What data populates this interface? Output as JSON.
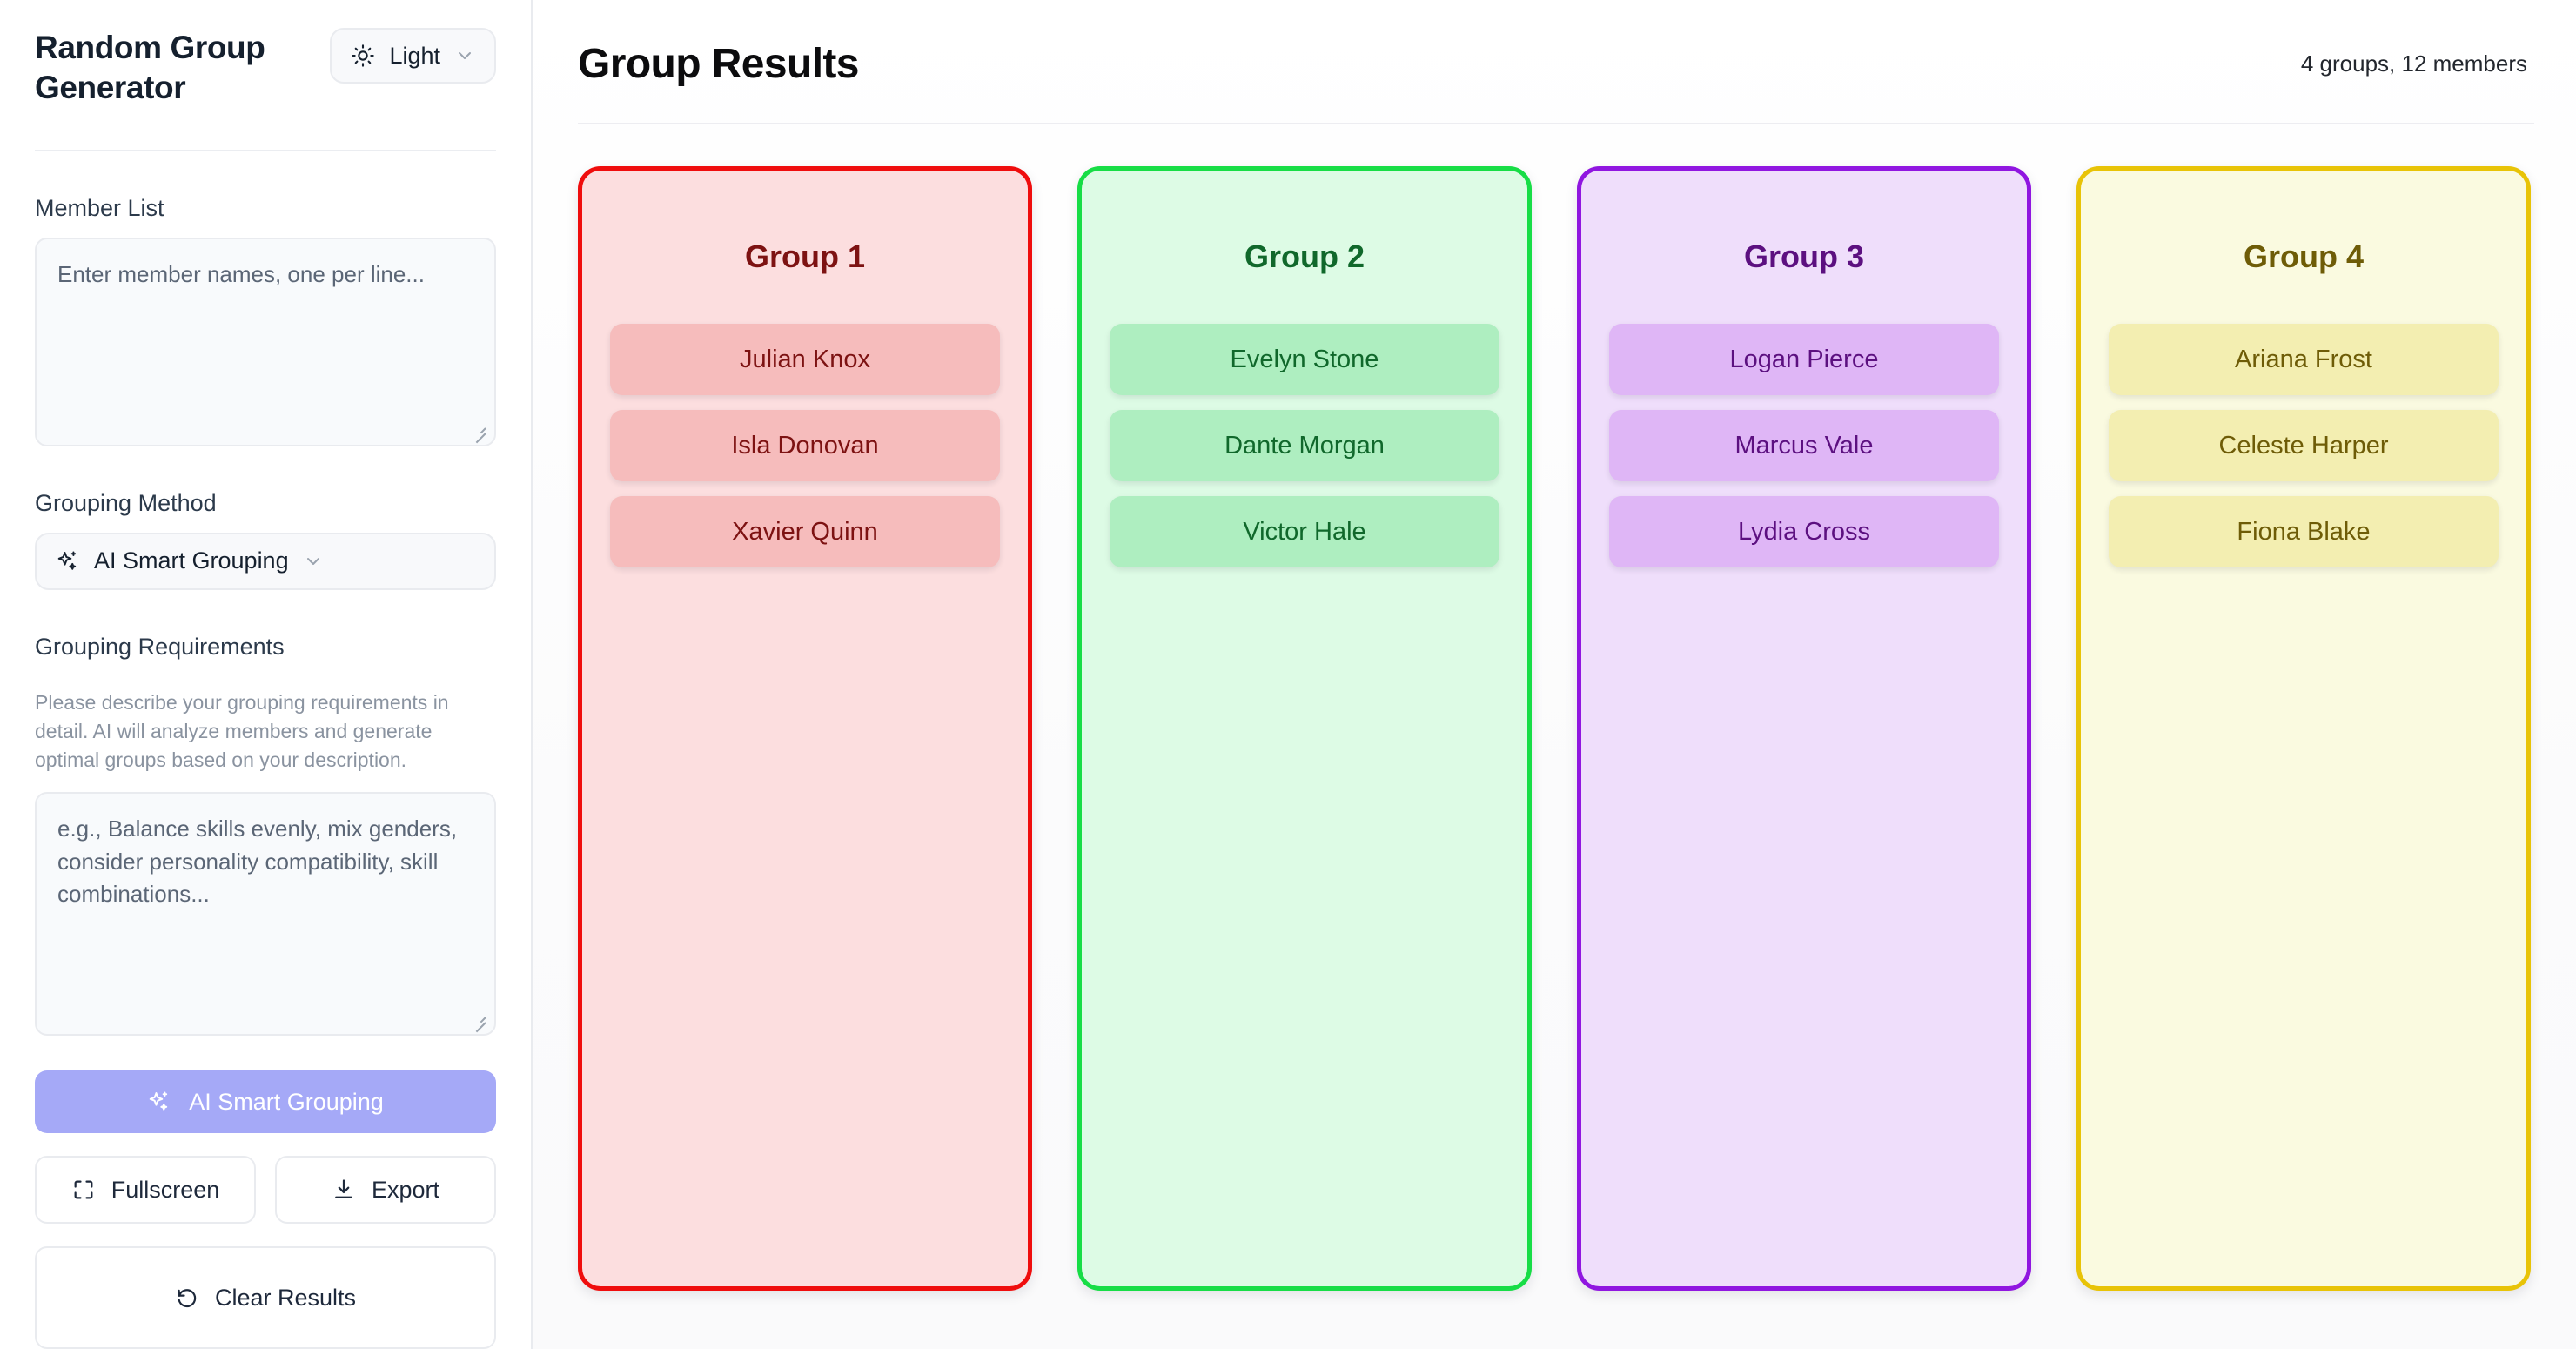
{
  "sidebar": {
    "brand_title": "Random Group Generator",
    "theme_toggle": {
      "label": "Light",
      "icon": "sun-icon",
      "chevron": "chevron-down-icon"
    },
    "member_list": {
      "label": "Member List",
      "placeholder": "Enter member names, one per line...",
      "value": ""
    },
    "grouping_method": {
      "label": "Grouping Method",
      "selected": "AI Smart Grouping",
      "icon": "sparkles-icon",
      "chevron": "chevron-down-icon"
    },
    "grouping_requirements": {
      "label": "Grouping Requirements",
      "help": "Please describe your grouping requirements in detail. AI will analyze members and generate optimal groups based on your description.",
      "placeholder": "e.g., Balance skills evenly, mix genders, consider personality compatibility, skill combinations...",
      "value": ""
    },
    "actions": {
      "primary": {
        "label": "AI Smart Grouping",
        "icon": "sparkles-icon",
        "color": "#a5a9f7"
      },
      "fullscreen": {
        "label": "Fullscreen",
        "icon": "fullscreen-icon"
      },
      "export": {
        "label": "Export",
        "icon": "download-icon"
      },
      "clear": {
        "label": "Clear Results",
        "icon": "rotate-ccw-icon"
      }
    }
  },
  "main": {
    "title": "Group Results",
    "summary": "4 groups, 12 members",
    "groups": [
      {
        "title": "Group 1",
        "colors": {
          "border": "#ef0d0d",
          "card_bg": "#fcdedf",
          "chip_bg": "#f6bcbc",
          "text": "#7d1212"
        },
        "members": [
          "Julian Knox",
          "Isla Donovan",
          "Xavier Quinn"
        ]
      },
      {
        "title": "Group 2",
        "colors": {
          "border": "#17dd46",
          "card_bg": "#ddfbe5",
          "chip_bg": "#aeeec0",
          "text": "#10682b"
        },
        "members": [
          "Evelyn Stone",
          "Dante Morgan",
          "Victor Hale"
        ]
      },
      {
        "title": "Group 3",
        "colors": {
          "border": "#9016e0",
          "card_bg": "#efdefb",
          "chip_bg": "#dfb6f6",
          "text": "#5c1080"
        },
        "members": [
          "Logan Pierce",
          "Marcus Vale",
          "Lydia Cross"
        ]
      },
      {
        "title": "Group 4",
        "colors": {
          "border": "#e8c307",
          "card_bg": "#fafae0",
          "chip_bg": "#f3eeb1",
          "text": "#6e5c07"
        },
        "members": [
          "Ariana Frost",
          "Celeste Harper",
          "Fiona Blake"
        ]
      }
    ]
  }
}
